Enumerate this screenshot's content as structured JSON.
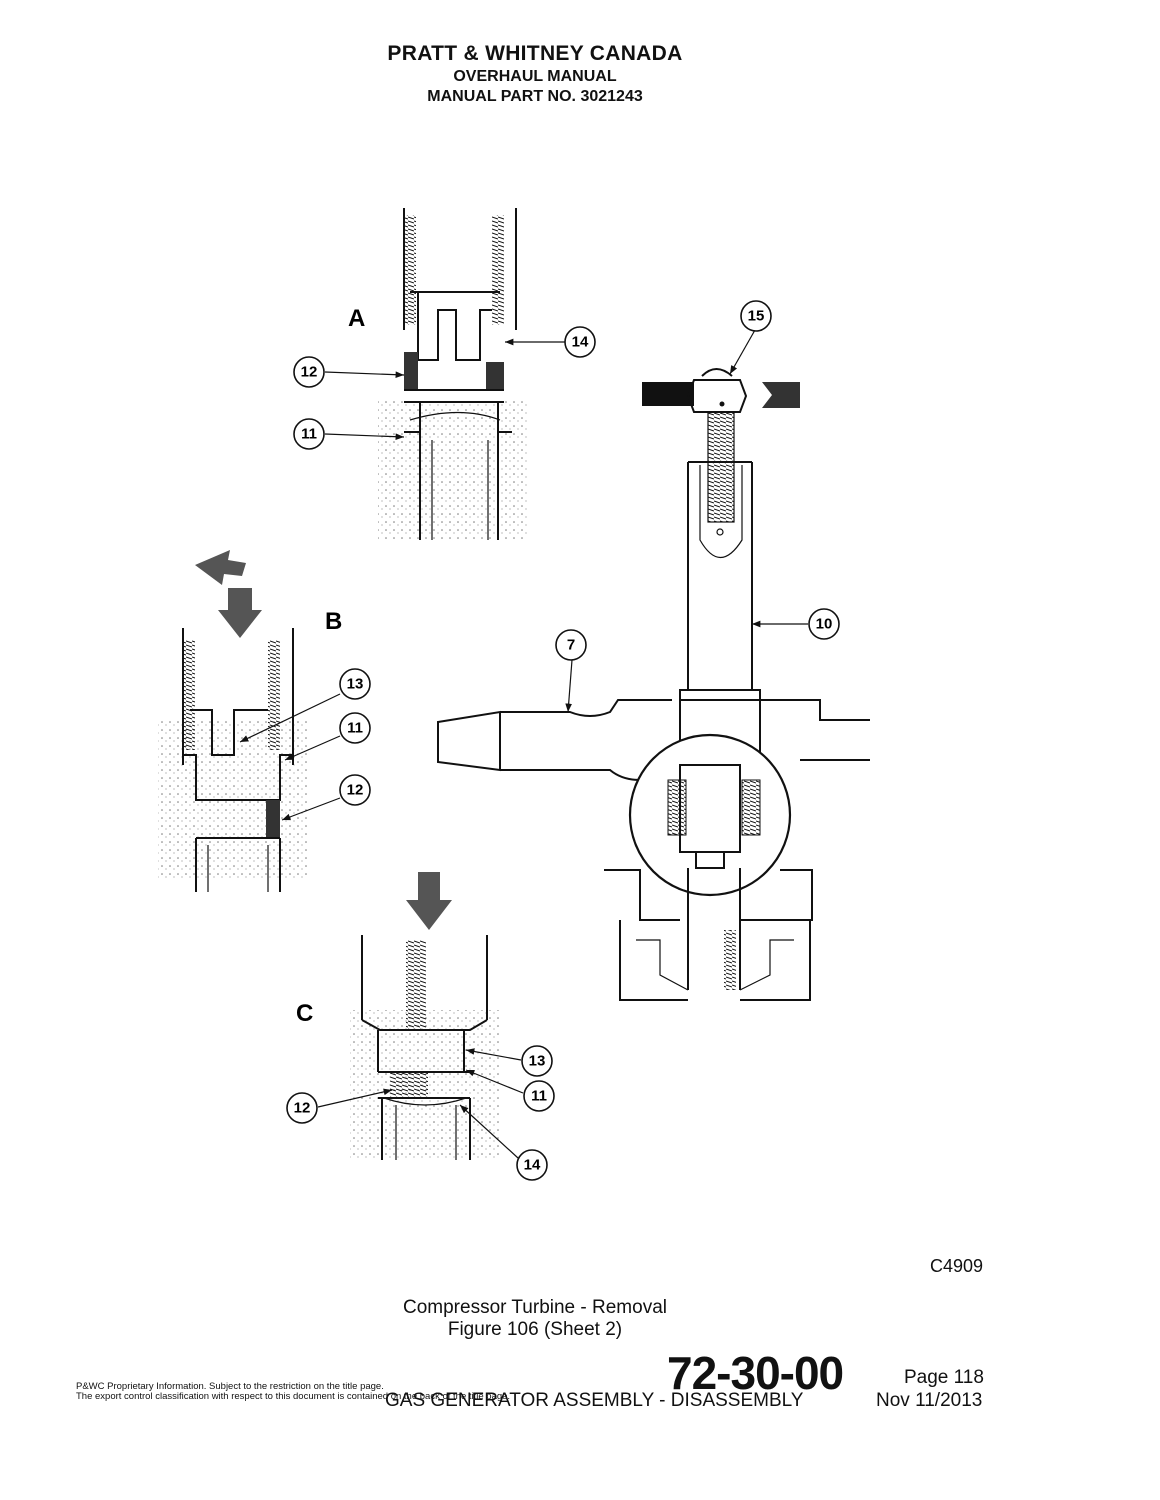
{
  "header": {
    "company": "PRATT & WHITNEY CANADA",
    "manual_type": "OVERHAUL MANUAL",
    "part_number": "MANUAL PART NO. 3021243"
  },
  "figure": {
    "views": [
      "A",
      "B",
      "C"
    ],
    "callouts": {
      "a12": "12",
      "a11": "11",
      "a14": "14",
      "t15": "15",
      "t10": "10",
      "t7": "7",
      "b13": "13",
      "b11": "11",
      "b12": "12",
      "c13": "13",
      "c11": "11",
      "c12": "12",
      "c14": "14"
    },
    "code": "C4909",
    "caption_title": "Compressor Turbine - Removal",
    "caption_sheet": "Figure 106 (Sheet 2)"
  },
  "footer": {
    "proprietary_line1": "P&WC Proprietary Information. Subject to the restriction on the title page.",
    "proprietary_line2": "The export control classification with respect to this document is contained on the back of the title page.",
    "doc_number": "72-30-00",
    "page": "Page 118",
    "section": "GAS GENERATOR ASSEMBLY - DISASSEMBLY",
    "date": "Nov 11/2013"
  }
}
